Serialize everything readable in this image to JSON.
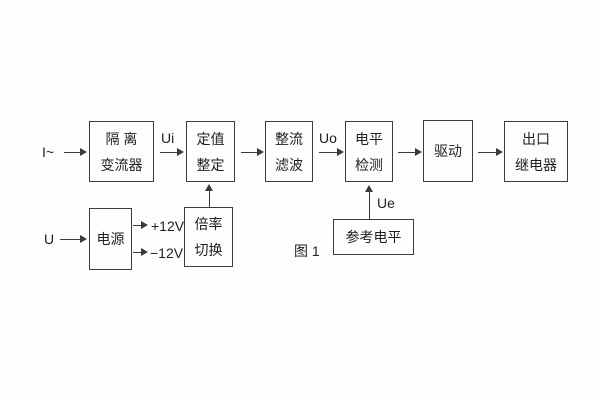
{
  "figure": {
    "caption": "图 1",
    "inputs": {
      "current": "I~",
      "voltage": "U"
    },
    "signals": {
      "ui": "Ui",
      "uo": "Uo",
      "ue": "Ue",
      "plus12v": "+12V",
      "minus12v": "−12V"
    },
    "blocks": {
      "isolation": {
        "line1": "隔 离",
        "line2": "变流器"
      },
      "setting": {
        "line1": "定值",
        "line2": "整定"
      },
      "rectifier": {
        "line1": "整流",
        "line2": "滤波"
      },
      "level_detect": {
        "line1": "电平",
        "line2": "检测"
      },
      "drive": {
        "line1": "驱动"
      },
      "output_relay": {
        "line1": "出口",
        "line2": "继电器"
      },
      "power": {
        "line1": "电源"
      },
      "ratio_switch": {
        "line1": "倍率",
        "line2": "切换"
      },
      "reference_level": {
        "line1": "参考电平"
      }
    },
    "colors": {
      "line": "#3a3a3a",
      "text": "#1f1f1f",
      "background": "#fdfdfd"
    }
  }
}
